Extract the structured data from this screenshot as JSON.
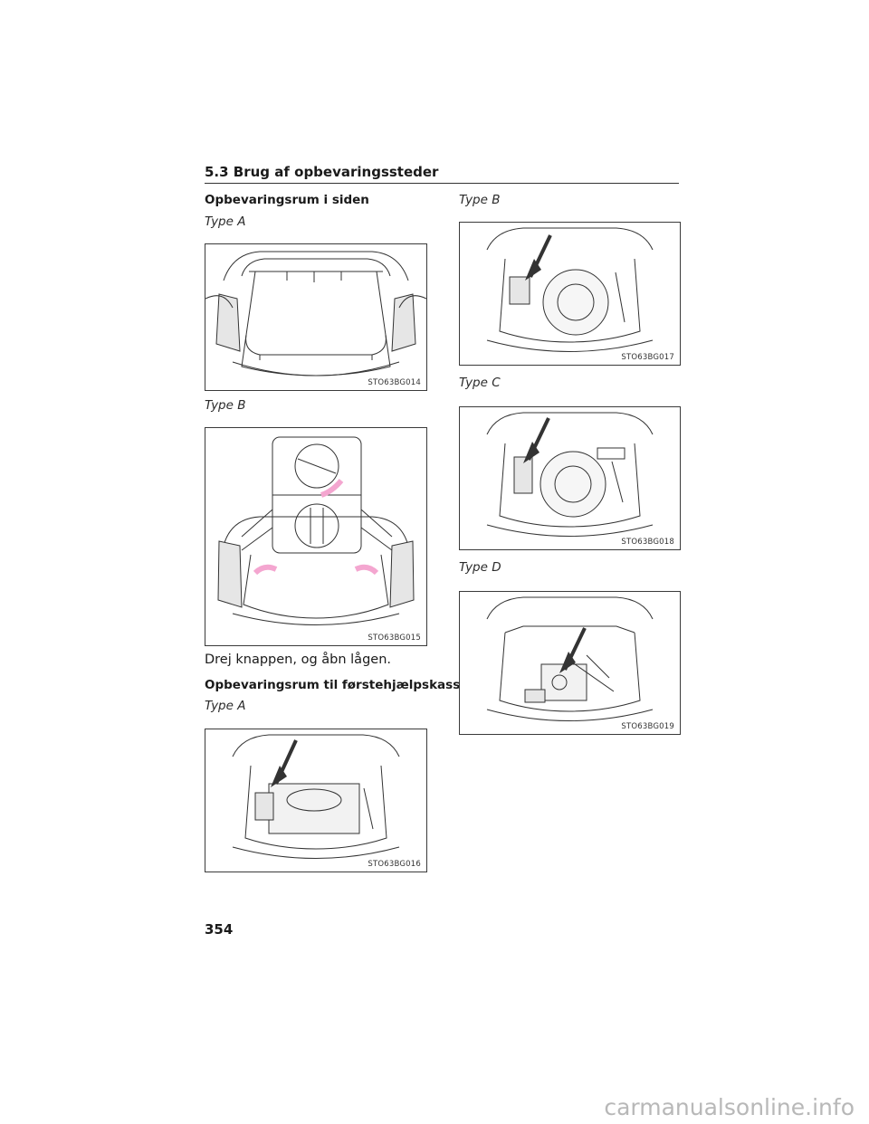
{
  "section_title": "5.3  Brug af opbevaringssteder",
  "left": {
    "heading1": "Opbevaringsrum i siden",
    "type_a": "Type A",
    "type_b": "Type B",
    "instruction": "Drej knappen, og åbn lågen.",
    "heading2": "Opbevaringsrum til førstehjælpskasse",
    "type_a2": "Type A"
  },
  "right": {
    "type_b": "Type B",
    "type_c": "Type C",
    "type_d": "Type D"
  },
  "figures": {
    "f014": "STO63BG014",
    "f015": "STO63BG015",
    "f016": "STO63BG016",
    "f017": "STO63BG017",
    "f018": "STO63BG018",
    "f019": "STO63BG019"
  },
  "colors": {
    "arrow_pink": "#f4a6d0",
    "line": "#333333",
    "fill_gray": "#e6e6e6"
  },
  "page_number": "354",
  "watermark": "carmanualsonline.info"
}
